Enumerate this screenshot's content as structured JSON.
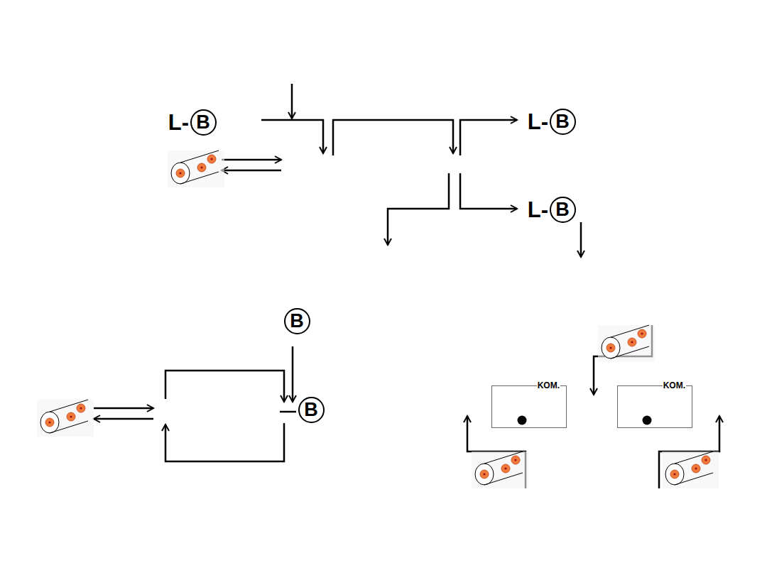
{
  "diagram": {
    "nodes": [
      {
        "text": [
          "B"
        ]
      },
      {
        "text": [
          "B"
        ]
      },
      {
        "text": [
          "B"
        ]
      },
      {
        "text": [
          "B"
        ]
      },
      {
        "text": [
          "B"
        ]
      },
      {
        "text": [
          "KOM."
        ]
      },
      {
        "text": [
          "KOM."
        ]
      }
    ],
    "labels": [
      "L-",
      "L-",
      "L-"
    ]
  }
}
